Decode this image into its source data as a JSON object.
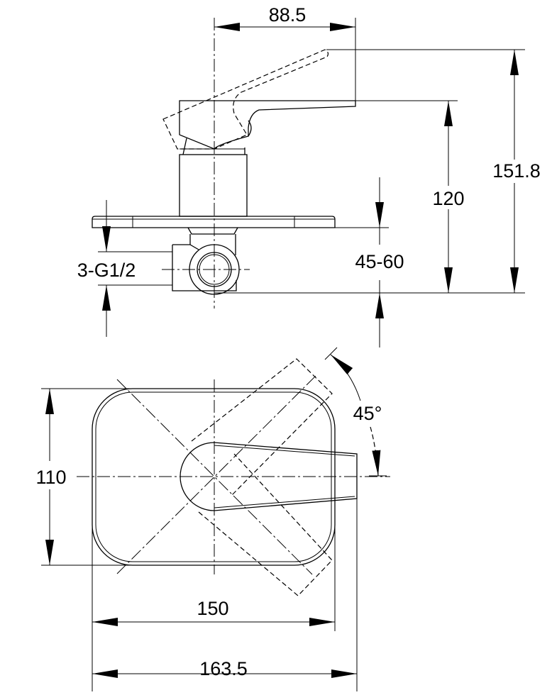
{
  "title": "Concealed shower mixer dimension drawing",
  "side_view": {
    "dims": {
      "handle_reach": "88.5",
      "total_height": "151.8",
      "handle_height": "120",
      "wall_depth": "45-60",
      "connections": "3-G1/2"
    }
  },
  "top_view": {
    "dims": {
      "plate_height": "110",
      "plate_width": "150",
      "overall_width": "163.5",
      "rotation_angle": "45°"
    }
  },
  "colors": {
    "line": "#000000",
    "background": "#ffffff"
  }
}
